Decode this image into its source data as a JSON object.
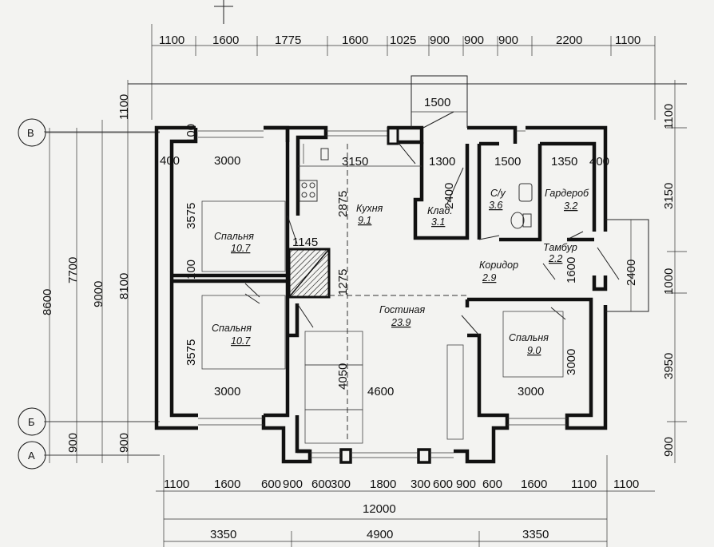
{
  "axes": {
    "vertical": [
      {
        "label": "В"
      },
      {
        "label": "Б"
      },
      {
        "label": "А"
      }
    ]
  },
  "top_dims": [
    "1100",
    "1600",
    "1775",
    "1600",
    "1025",
    "900",
    "900",
    "900",
    "2200",
    "1100"
  ],
  "bottom_dims_row1": [
    "1100",
    "1600",
    "600",
    "900",
    "600",
    "300",
    "1800",
    "300",
    "600",
    "900",
    "600",
    "1600",
    "1100",
    "1100"
  ],
  "bottom_total": "12000",
  "bottom_dims_row3": [
    "3350",
    "4900",
    "3350"
  ],
  "left_dims": {
    "v8600": "8600",
    "v7700": "7700",
    "v9000": "9000",
    "v8100": "8100",
    "v1100": "1100",
    "v900a": "900",
    "v900b": "900"
  },
  "right_dims": [
    "1100",
    "3150",
    "1000",
    "3950",
    "900"
  ],
  "inner_dims": {
    "d1500_porch": "1500",
    "d3000_a": "3000",
    "d3150": "3150",
    "d1300": "1300",
    "d1500_bath": "1500",
    "d1350": "1350",
    "d400_a": "400",
    "d400_b": "400",
    "d3575_a": "3575",
    "d3575_b": "3575",
    "d2875": "2875",
    "d2400_a": "2400",
    "d2400_b": "2400",
    "d1145": "1145",
    "d1275": "1275",
    "d1600": "1600",
    "d4050": "4050",
    "d4600": "4600",
    "d3000_b": "3000",
    "d3000_c": "3000",
    "d3000_d": "3000",
    "d100": "100",
    "d100b": "100"
  },
  "rooms": {
    "bedroom1": {
      "name": "Спальня",
      "area": "10.7"
    },
    "bedroom2": {
      "name": "Спальня",
      "area": "10.7"
    },
    "bedroom3": {
      "name": "Спальня",
      "area": "9.0"
    },
    "kitchen": {
      "name": "Кухня",
      "area": "9.1"
    },
    "storage": {
      "name": "Клад.",
      "area": "3.1"
    },
    "bath": {
      "name": "С/у",
      "area": "3.6"
    },
    "wardrobe": {
      "name": "Гардероб",
      "area": "3.2"
    },
    "vestibule": {
      "name": "Тамбур",
      "area": "2.2"
    },
    "corridor": {
      "name": "Коридор",
      "area": "2.9"
    },
    "living": {
      "name": "Гостиная",
      "area": "23.9"
    }
  }
}
